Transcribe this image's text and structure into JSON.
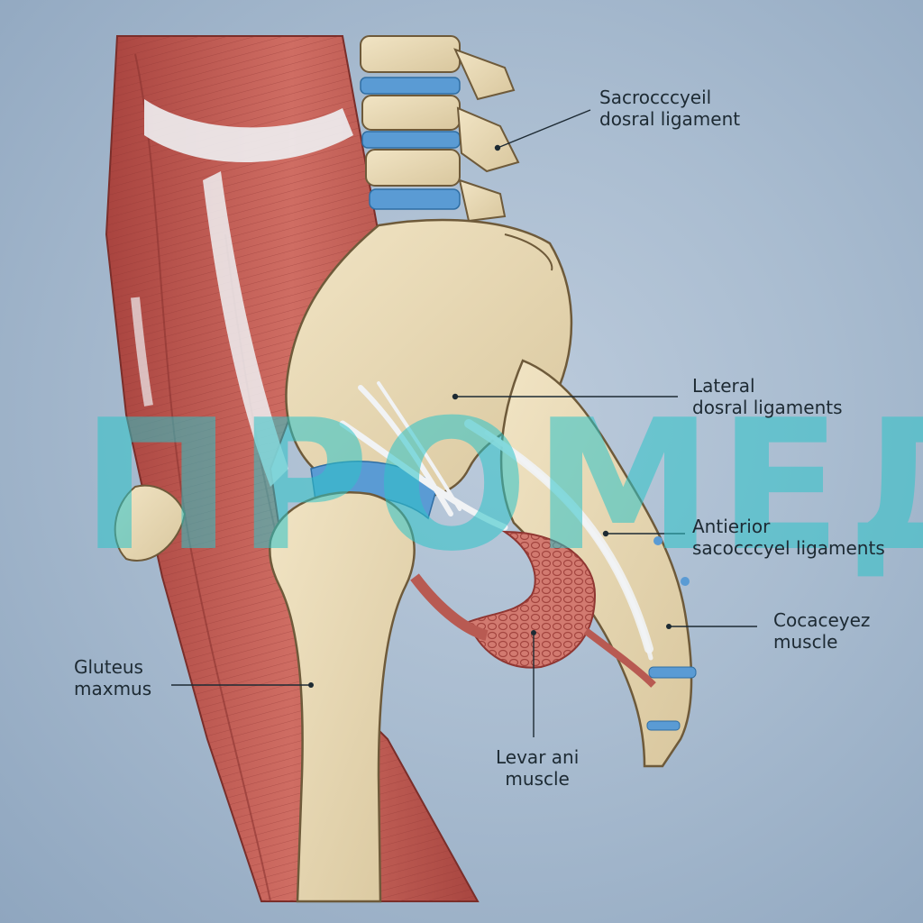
{
  "labels": {
    "sacrococcygeal_dorsal": [
      "Sacrocccyeil",
      "dosral ligament"
    ],
    "lateral_dorsal": [
      "Lateral",
      "dosral ligaments"
    ],
    "anterior_sacrococcygeal": [
      "Antierior",
      "sacocccyel ligaments"
    ],
    "coccygeus": [
      "Cocaceyez",
      "muscle"
    ],
    "gluteus_maximus": [
      "Gluteus",
      "maxmus"
    ],
    "levator_ani": [
      "Levar ani",
      "muscle"
    ]
  },
  "watermark": "ПРОМЕД",
  "colors": {
    "background": "#a9bcd0",
    "bone": "#e8d9b5",
    "muscle": "#c4605a",
    "disc": "#5a9bd4",
    "ligament": "#eef0f2",
    "watermark": "#2ec4c9"
  }
}
